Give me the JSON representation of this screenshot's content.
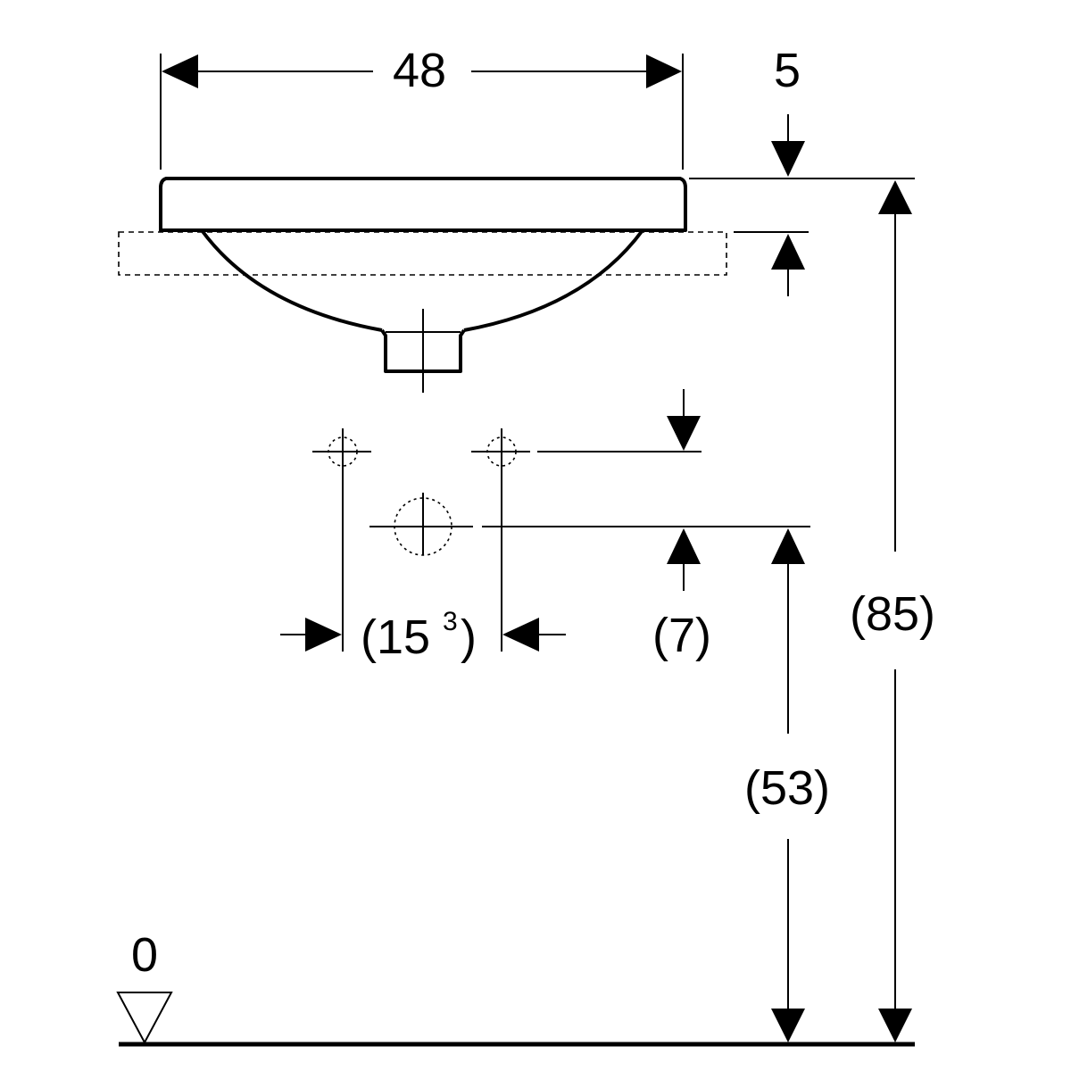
{
  "dimensions": {
    "width": "48",
    "rim": "5",
    "overall_height": "(85)",
    "drain_height": "(53)",
    "tap_offset": "(7)",
    "tap_spacing_base": "(15",
    "tap_spacing_sup": "3",
    "tap_spacing_close": ")",
    "floor_level": "0"
  }
}
